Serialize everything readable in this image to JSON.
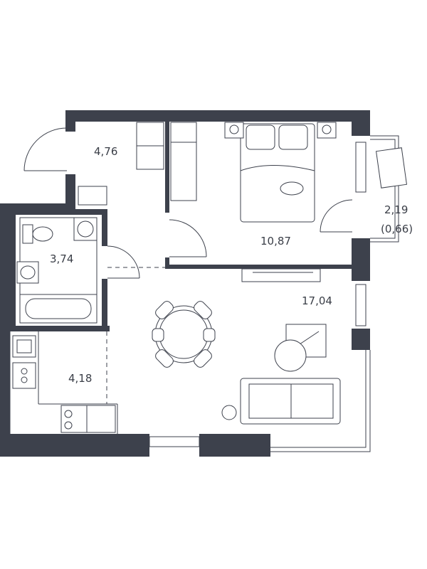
{
  "plan": {
    "colors": {
      "wall": "#3d414c",
      "line": "#3d414c",
      "text": "#3a3e47",
      "background": "#ffffff"
    },
    "rooms": [
      {
        "id": "hallway",
        "area": "4,76"
      },
      {
        "id": "bathroom",
        "area": "3,74"
      },
      {
        "id": "kitchen",
        "area": "4,18"
      },
      {
        "id": "bedroom",
        "area": "10,87"
      },
      {
        "id": "living",
        "area": "17,04"
      },
      {
        "id": "balcony",
        "area": "2,19",
        "area_reduced": "(0,66)"
      }
    ]
  }
}
